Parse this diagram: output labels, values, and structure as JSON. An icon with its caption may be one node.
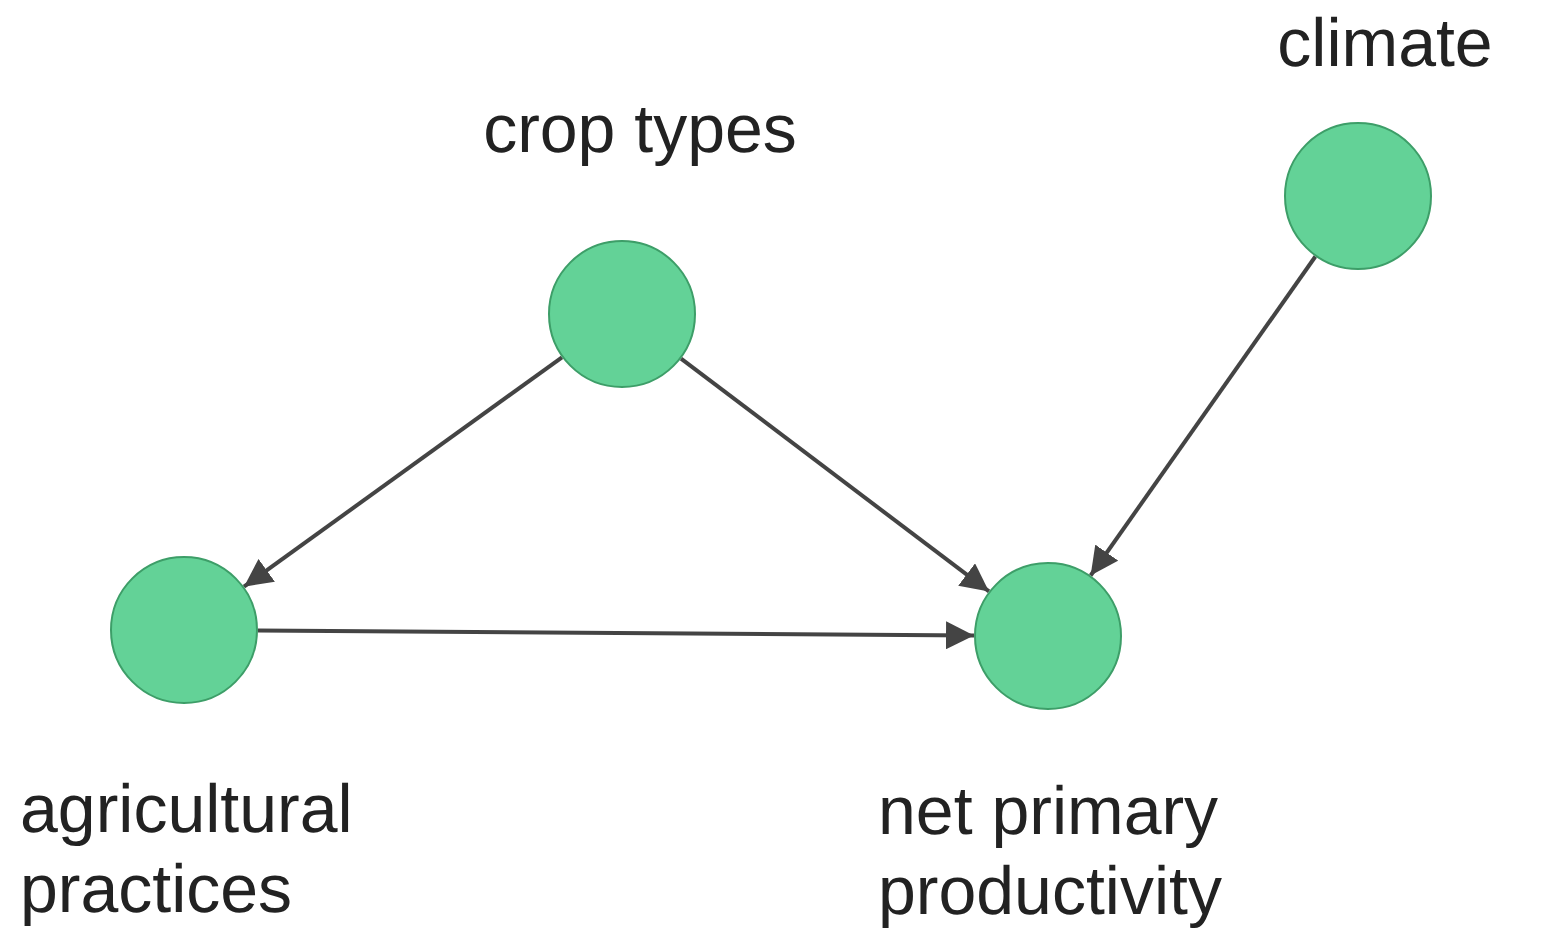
{
  "diagram": {
    "nodes": [
      {
        "text": [
          "crop types"
        ]
      },
      {
        "text": [
          "climate"
        ]
      },
      {
        "text": [
          "agricultural practices"
        ]
      },
      {
        "text": [
          "net primary productivity"
        ]
      }
    ],
    "edges": [
      {
        "from": 0,
        "to": 2,
        "arrow": "to"
      },
      {
        "from": 0,
        "to": 3,
        "arrow": "to"
      },
      {
        "from": 1,
        "to": 3,
        "arrow": "to"
      },
      {
        "from": 2,
        "to": 3,
        "arrow": "to"
      }
    ]
  }
}
